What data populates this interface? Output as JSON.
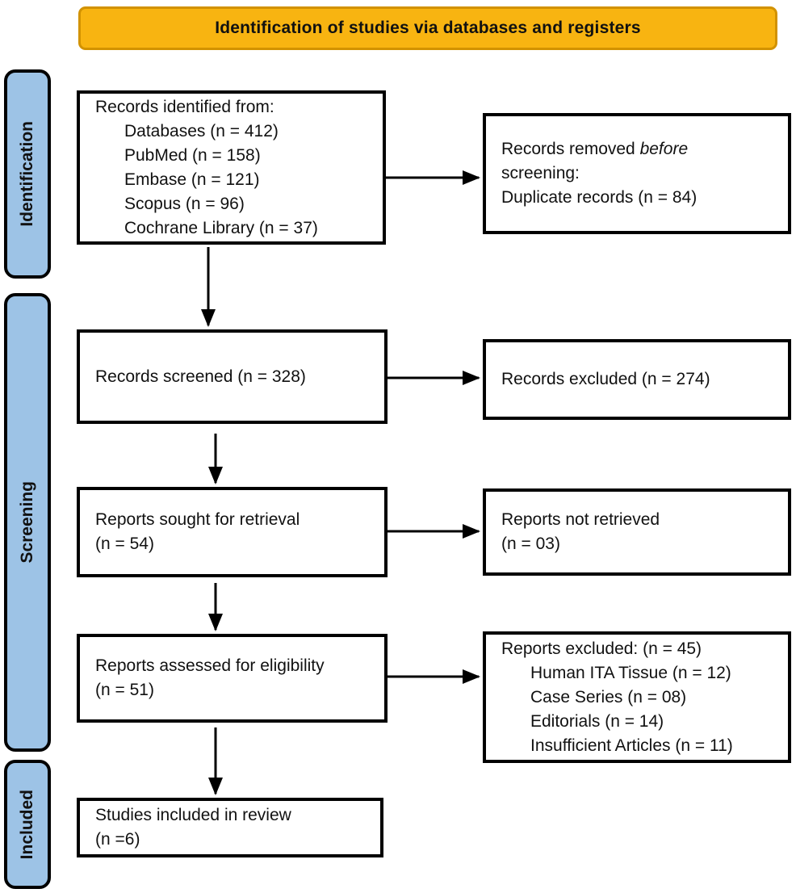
{
  "banner": {
    "title": "Identification of studies via databases and registers"
  },
  "colors": {
    "banner_fill": "#F8B411",
    "banner_border": "#D29200",
    "stage_fill": "#9DC3E6",
    "box_border": "#000000",
    "arrow": "#000000"
  },
  "stages": [
    {
      "label": "Identification"
    },
    {
      "label": "Screening"
    },
    {
      "label": "Included"
    }
  ],
  "boxes": {
    "identified": {
      "line1": "Records identified from:",
      "items": [
        "Databases (n = 412)",
        "PubMed (n = 158)",
        "Embase (n = 121)",
        "Scopus (n = 96)",
        "Cochrane Library (n = 37)"
      ]
    },
    "removed": {
      "line1_prefix": "Records removed ",
      "line1_italic": "before",
      "line2": "screening:",
      "line3": "Duplicate records (n = 84)"
    },
    "screened": {
      "line1": "Records screened (n = 328)"
    },
    "records_excluded": {
      "line1": "Records excluded (n = 274)"
    },
    "sought": {
      "line1": "Reports sought for retrieval",
      "line2": "(n = 54)"
    },
    "not_retrieved": {
      "line1": "Reports not retrieved",
      "line2": "(n = 03)"
    },
    "assessed": {
      "line1": "Reports assessed for eligibility",
      "line2": "(n = 51)"
    },
    "reports_excluded": {
      "line1": "Reports excluded: (n = 45)",
      "items": [
        "Human ITA Tissue (n = 12)",
        "Case Series (n = 08)",
        "Editorials (n = 14)",
        "Insufficient Articles (n = 11)"
      ]
    },
    "included": {
      "line1": "Studies included in review",
      "line2": "(n =6)"
    }
  }
}
